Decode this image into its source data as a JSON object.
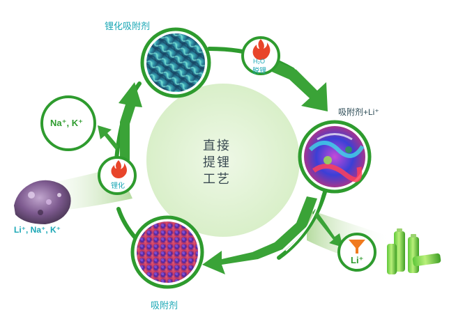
{
  "diagram": {
    "center_title_lines": [
      "直接",
      "提锂",
      "工艺"
    ],
    "nodes": {
      "top_sorbent": {
        "label": "锂化吸附剂"
      },
      "right_sorbent": {
        "label": "吸附剂+Li⁺"
      },
      "bottom_sorbent": {
        "label": "吸附剂"
      },
      "ore": {
        "label": "Li⁺, Na⁺, K⁺"
      },
      "byproduct": {
        "label": "Na⁺, K⁺"
      },
      "battery_output": {
        "label": "Li⁺"
      }
    },
    "steps": {
      "delithiation": {
        "line1": "H₂O",
        "line2": "脱锂"
      },
      "lithiation": {
        "label": "锂化"
      }
    },
    "colors": {
      "ring_green": "#2e9b2e",
      "arrow_green": "#3aa337",
      "center_circle": "#e3f3d6",
      "band_green": "#b9dca4",
      "label_teal": "#1aa7b5",
      "filter_orange": "#f07a1e",
      "flame_red": "#e8452a"
    },
    "icons": [
      "flame-icon",
      "funnel-icon",
      "battery-icon",
      "mineral-rock-icon"
    ]
  }
}
